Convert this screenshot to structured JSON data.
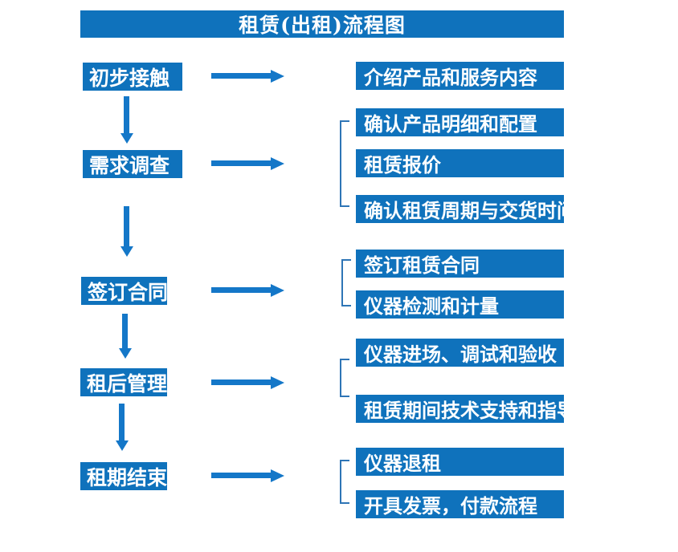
{
  "title": "租赁(出租)流程图",
  "colors": {
    "box_blue": "#0F72BC",
    "arrow_blue": "#1477C8",
    "bracket_blue": "#2E75B6",
    "text_white": "#FFFFFF"
  },
  "flow": [
    {
      "step": "初步接触",
      "details": [
        "介绍产品和服务内容"
      ]
    },
    {
      "step": "需求调查",
      "details": [
        "确认产品明细和配置",
        "租赁报价",
        "确认租赁周期与交货时间"
      ]
    },
    {
      "step": "签订合同",
      "details": [
        "签订租赁合同",
        "仪器检测和计量"
      ]
    },
    {
      "step": "租后管理",
      "details": [
        "仪器进场、调试和验收",
        "租赁期间技术支持和指导"
      ]
    },
    {
      "step": "租期结束",
      "details": [
        "仪器退租",
        "开具发票，付款流程"
      ]
    }
  ]
}
